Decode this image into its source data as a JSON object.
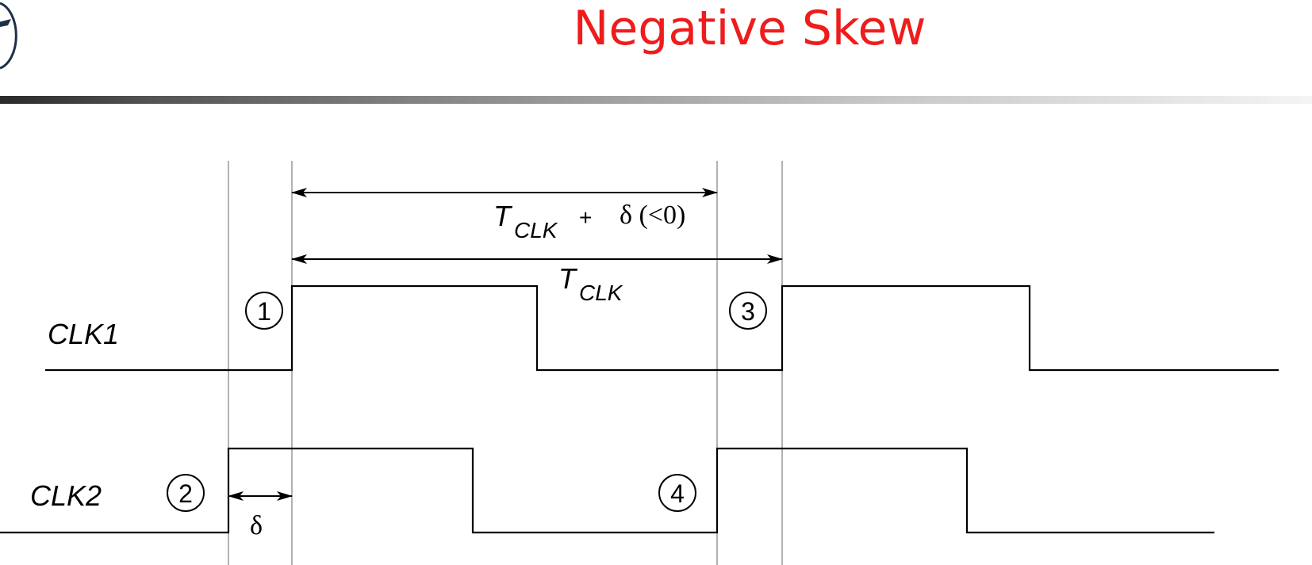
{
  "title": "Negative Skew",
  "colors": {
    "title": "#ee1c1c",
    "logo": "#1e2f4a",
    "waveform": "#000000",
    "guide": "#999999"
  },
  "icons": {
    "logo": "university-seal-icon",
    "arrowheads": "arrow-head-icon"
  },
  "diagram": {
    "signals": [
      {
        "name": "CLK1",
        "marker": "1",
        "marker_later": "3"
      },
      {
        "name": "CLK2",
        "marker": "2",
        "marker_later": "4"
      }
    ],
    "skew_symbol": "δ",
    "period_label": {
      "var": "T",
      "sub": "CLK"
    },
    "skewed_period_label": {
      "var": "T",
      "sub": "CLK",
      "plus": "+",
      "delta": "δ (<0)"
    }
  }
}
